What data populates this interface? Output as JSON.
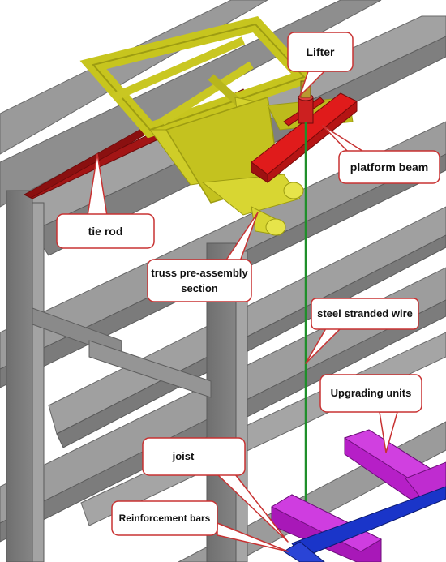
{
  "labels": {
    "lifter": "Lifter",
    "platform_beam": "platform beam",
    "tie_rod": "tie rod",
    "truss_section_line1": "truss pre-assembly",
    "truss_section_line2": "section",
    "steel_wire": "steel stranded wire",
    "upgrading_units": "Upgrading units",
    "joist": "joist",
    "reinforcement_bars": "Reinforcement bars"
  },
  "colors": {
    "steel_gray": "#8c8c8c",
    "truss_yellow": "#d6d42a",
    "platform_red": "#cc1a1a",
    "wire_green": "#1f8f2a",
    "unit_purple": "#b61fc7",
    "joist_blue": "#1a35c9",
    "callout_border": "#c83232"
  }
}
